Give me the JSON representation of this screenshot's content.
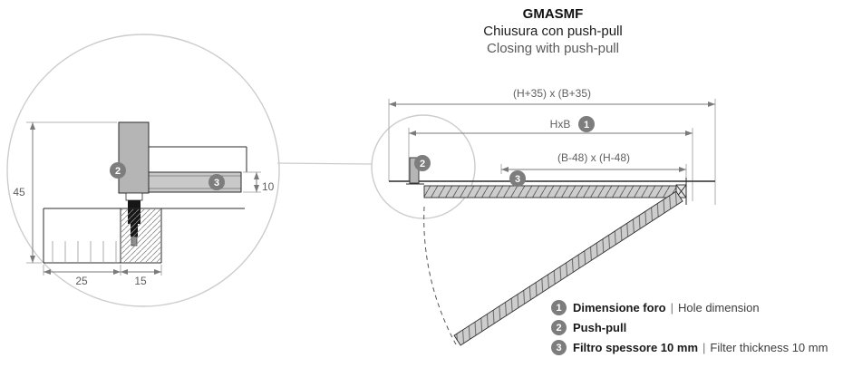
{
  "title": {
    "model": "GMASMF",
    "subtitle_it": "Chiusura con push-pull",
    "subtitle_en": "Closing with push-pull"
  },
  "badges": {
    "b1": "1",
    "b2": "2",
    "b3": "3"
  },
  "detail_view": {
    "dim_height": "45",
    "dim_left": "25",
    "dim_right": "15",
    "dim_thickness": "10"
  },
  "main_view": {
    "dim_outer": "(H+35) x (B+35)",
    "dim_hole": "HxB",
    "dim_filter": "(B-48) x (H-48)"
  },
  "legend": {
    "items": [
      {
        "badge": "1",
        "label_it": "Dimensione foro",
        "sep": "|",
        "label_en": "Hole dimension"
      },
      {
        "badge": "2",
        "label_it": "Push-pull",
        "sep": "",
        "label_en": ""
      },
      {
        "badge": "3",
        "label_it": "Filtro spessore 10 mm",
        "sep": "|",
        "label_en": "Filter thickness 10 mm"
      }
    ]
  },
  "colors": {
    "badge_bg": "#7d7d7d",
    "line_dark": "#2b2b2b",
    "line_dim": "#7a7a7a",
    "fill_gray": "#c9c9c9",
    "detail_circle": "#cccccc"
  }
}
